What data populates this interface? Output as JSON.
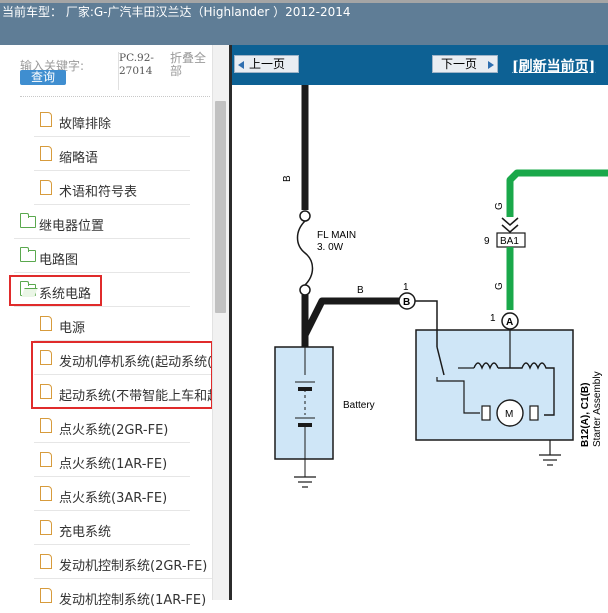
{
  "title_bar": {
    "text": "当前车型：  厂家:G-广汽丰田汉兰达（Highlander ）2012-2014"
  },
  "search": {
    "label": "输入关键字:",
    "button": "查询",
    "code": "PC.92-27014",
    "collapse_all": "折叠全部"
  },
  "tree": [
    {
      "label": "故障排除",
      "icon": "document-icon"
    },
    {
      "label": "缩略语",
      "icon": "document-icon"
    },
    {
      "label": "术语和符号表",
      "icon": "document-icon"
    },
    {
      "label": "继电器位置",
      "icon": "folder-icon"
    },
    {
      "label": "电路图",
      "icon": "folder-icon"
    },
    {
      "label": "系统电路",
      "icon": "folder-open-icon",
      "highlighted": true
    },
    {
      "label": "电源",
      "icon": "document-icon"
    },
    {
      "label": "发动机停机系统(起动系统(",
      "icon": "document-icon",
      "highlighted": true
    },
    {
      "label": "起动系统(不带智能上车和起",
      "icon": "document-icon",
      "highlighted": true
    },
    {
      "label": "点火系统(2GR-FE)",
      "icon": "document-icon"
    },
    {
      "label": "点火系统(1AR-FE)",
      "icon": "document-icon"
    },
    {
      "label": "点火系统(3AR-FE)",
      "icon": "document-icon"
    },
    {
      "label": "充电系统",
      "icon": "document-icon"
    },
    {
      "label": "发动机控制系统(2GR-FE)",
      "icon": "document-icon"
    },
    {
      "label": "发动机控制系统(1AR-FE)",
      "icon": "document-icon"
    }
  ],
  "nav": {
    "prev": "上一页",
    "next": "下一页",
    "refresh": "[刷新当前页]"
  },
  "diagram": {
    "wire_b_top": "B",
    "fuse_name": "FL MAIN",
    "fuse_rating": "3. 0W",
    "wire_b_mid": "B",
    "battery_label": "Battery",
    "pin_1_left": "1",
    "terminal_b": "B",
    "wire_g_top": "G",
    "connector_pin": "9",
    "connector_name": "BA1",
    "wire_g_bottom": "G",
    "pin_1_right": "1",
    "terminal_a": "A",
    "motor_label": "M",
    "starter_code": "B12(A), C1(B)",
    "starter_name": "Starter Assembly",
    "colors": {
      "wire_black": "#1a1a1a",
      "wire_green": "#1aa84a",
      "component_fill": "#cfe6f7",
      "nav_bar": "#0d6194"
    }
  }
}
